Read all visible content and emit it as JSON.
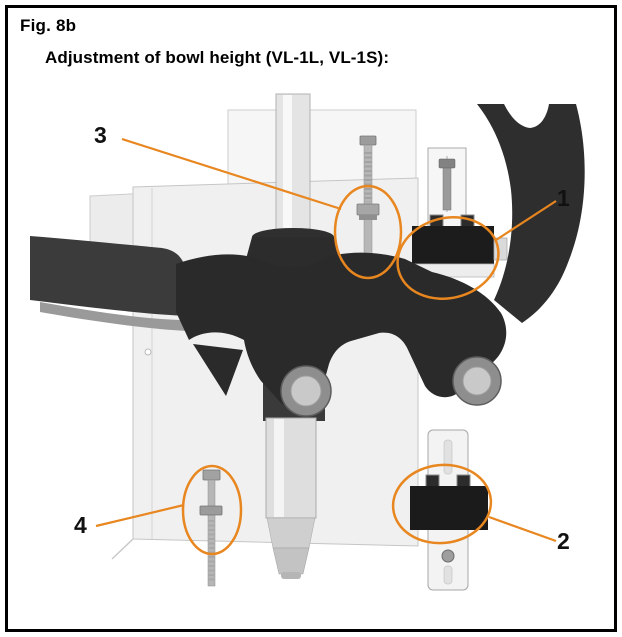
{
  "figure": {
    "label": "Fig. 8b",
    "title": "Adjustment of bowl height (VL-1L, VL-1S):"
  },
  "callouts": {
    "c1": "1",
    "c2": "2",
    "c3": "3",
    "c4": "4"
  },
  "colors": {
    "callout_orange": "#E8861F",
    "frame_border": "#000000"
  }
}
